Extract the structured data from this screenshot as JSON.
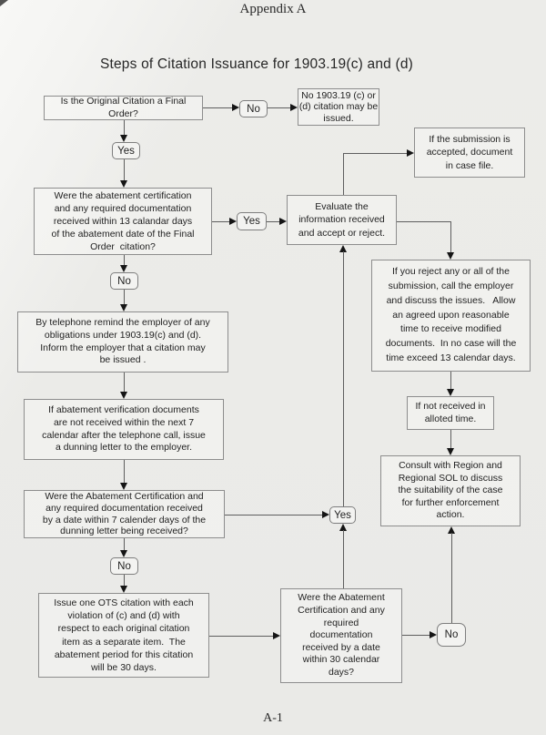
{
  "page": {
    "header": "Appendix A",
    "title": "Steps of Citation Issuance for 1903.19(c) and (d)",
    "footer": "A-1"
  },
  "colors": {
    "paper": "#ecece9",
    "box_border": "#8d8d8d",
    "connector": "#5e5e5e",
    "arrowhead": "#151515",
    "text": "#1f1f1f"
  },
  "nodes": {
    "q_final_order": "Is the Original Citation a Final\nOrder?",
    "no_1": "No",
    "no_citation_issued": "No 1903.19 (c) or\n(d) citation may be\nissued.",
    "yes_1": "Yes",
    "q_13_days": "Were the abatement certification\nand any required documentation\nreceived within 13 calandar days\nof the abatement date of the Final\nOrder  citation?",
    "yes_2": "Yes",
    "evaluate": "Evaluate the\ninformation received\nand accept or reject.",
    "accepted_document": "If the submission is\naccepted, document\nin case file.",
    "reject_call": "If you reject any or all of the\nsubmission, call the employer\nand discuss the issues.   Allow\nan agreed upon reasonable\ntime to receive modified\ndocuments.  In no case will the\ntime exceed 13 calendar days.",
    "not_received": "If not received in\nalloted time.",
    "consult_sol": "Consult with Region and\nRegional SOL to discuss\nthe suitability of the case\nfor further enforcement\naction.",
    "no_2": "No",
    "telephone_remind": "By telephone remind the employer of any\nobligations under 1903.19(c) and (d).\nInform the employer that a citation may\nbe issued .",
    "dunning_letter": "If abatement verification documents\nare not received within the next 7\ncalendar after the telephone call, issue\na dunning letter to the employer.",
    "q_7_days": "Were the Abatement Certification and\nany required documentation received\nby a date within 7 calender days of the\ndunning letter being received?",
    "no_3": "No",
    "ots_citation": "Issue one OTS citation with each\nviolation of (c) and (d) with\nrespect to each original citation\nitem as a separate item.  The\nabatement period for this citation\nwill be 30 days.",
    "yes_3": "Yes",
    "q_30_days": "Were the Abatement\nCertification and any\nrequired\ndocumentation\nreceived by a date\nwithin 30 calendar\ndays?",
    "no_4": "No"
  }
}
